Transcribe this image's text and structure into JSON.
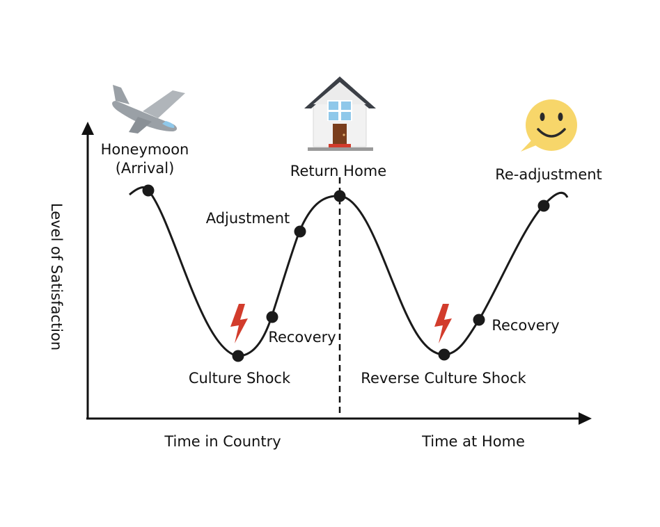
{
  "diagram": {
    "y_axis_label": "Level of Satisfaction",
    "x_axis_labels": {
      "left": "Time in Country",
      "right": "Time at Home"
    },
    "stages": {
      "honeymoon_line1": "Honeymoon",
      "honeymoon_line2": "(Arrival)",
      "culture_shock": "Culture Shock",
      "recovery_1": "Recovery",
      "adjustment": "Adjustment",
      "return_home": "Return Home",
      "reverse_culture_shock": "Reverse Culture Shock",
      "recovery_2": "Recovery",
      "readjustment": "Re-adjustment"
    },
    "icons": [
      "airplane-icon",
      "house-icon",
      "lightning-icon",
      "lightning-icon",
      "smiley-icon"
    ],
    "colors": {
      "curve": "#1a1a1a",
      "lightning": "#d23c2c",
      "smiley": "#f7d66a",
      "airplane": "#9aa0a6",
      "house_roof": "#3b3f46",
      "house_door": "#7a3e1d",
      "window": "#8fc8ea"
    }
  }
}
